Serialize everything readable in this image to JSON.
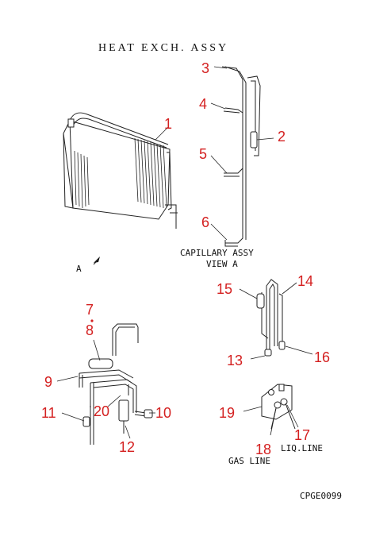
{
  "title": "HEAT EXCH. ASSY",
  "view_marker": "A",
  "caption_capillary": "CAPILLARY ASSY",
  "caption_view": "VIEW A",
  "caption_liq": "LIQ.LINE",
  "caption_gas": "GAS LINE",
  "drawing_code": "CPGE0099",
  "callouts": {
    "c1": "1",
    "c2": "2",
    "c3": "3",
    "c4": "4",
    "c5": "5",
    "c6": "6",
    "c7": "7",
    "c8": "8",
    "c9": "9",
    "c10": "10",
    "c11": "11",
    "c12": "12",
    "c13": "13",
    "c14": "14",
    "c15": "15",
    "c16": "16",
    "c17": "17",
    "c18": "18",
    "c19": "19",
    "c20": "20"
  },
  "colors": {
    "callout": "#d42020",
    "line": "#222222"
  }
}
